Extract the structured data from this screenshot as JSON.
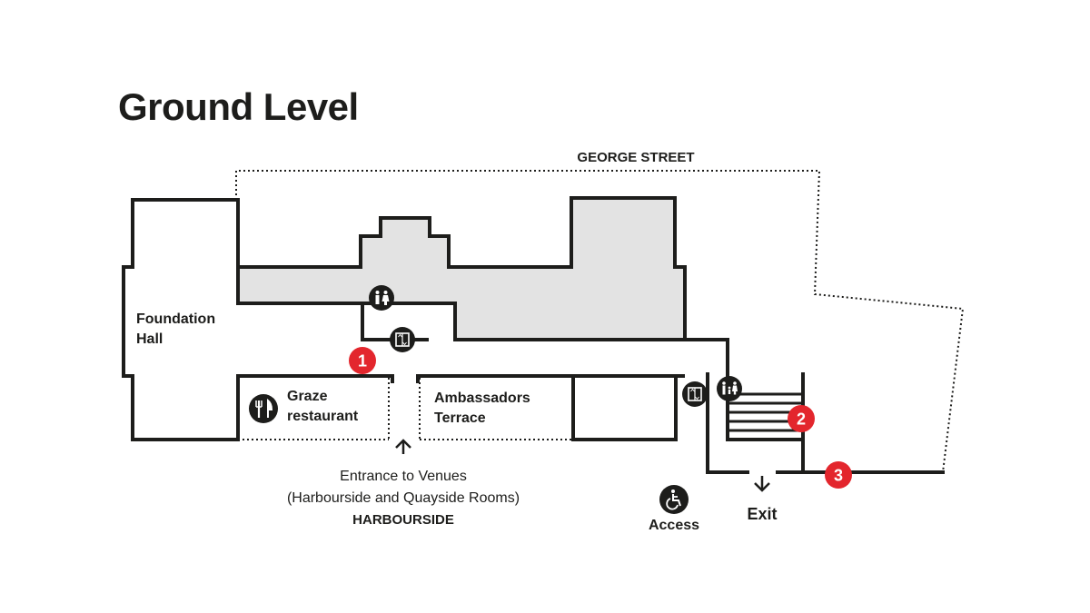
{
  "title": "Ground Level",
  "streets": {
    "top": "GEORGE STREET",
    "bottom": "HARBOURSIDE"
  },
  "rooms": {
    "foundation_hall": [
      "Foundation",
      "Hall"
    ],
    "graze": [
      "Graze",
      "restaurant"
    ],
    "ambassadors": [
      "Ambassadors",
      "Terrace"
    ]
  },
  "entrance": {
    "line1": "Entrance to Venues",
    "line2": "(Harbourside and Quayside Rooms)"
  },
  "access_label": "Access",
  "exit_label": "Exit",
  "markers": [
    "1",
    "2",
    "3"
  ],
  "colors": {
    "marker": "#e3262d",
    "ink": "#1d1d1b",
    "shade": "#e3e3e3"
  },
  "icons": {
    "toilets": "toilets-icon",
    "lift": "lift-icon",
    "family_toilet": "family-toilet-icon",
    "restaurant": "restaurant-icon",
    "accessibility": "wheelchair-icon"
  }
}
